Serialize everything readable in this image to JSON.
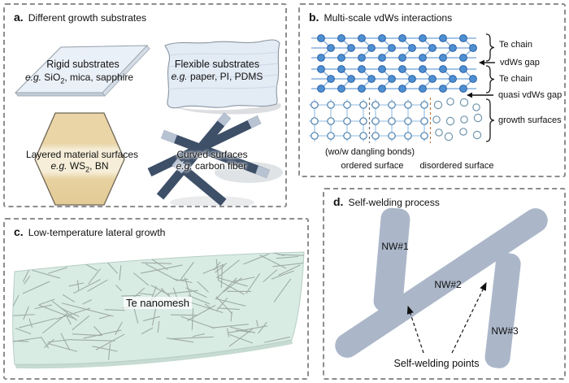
{
  "panel_a": {
    "letter": "a.",
    "title": "Different growth substrates",
    "rigid": {
      "line1": "Rigid substrates",
      "eg": "e.g.",
      "pre": " SiO",
      "sub": "2",
      "rest": ", mica, sapphire"
    },
    "flexible": {
      "line1": "Flexible substrates",
      "eg": "e.g.",
      "rest": " paper, PI, PDMS"
    },
    "layered": {
      "line1": "Layered material surfaces",
      "eg": "e.g.",
      "pre": " WS",
      "sub": "2",
      "rest": ", BN"
    },
    "curved": {
      "line1": "Curved surfaces",
      "eg": "e.g.",
      "rest": " carbon fiber"
    }
  },
  "panel_b": {
    "letter": "b.",
    "title": "Multi-scale vdWs interactions",
    "te_chain_1": "Te chain",
    "vdws_gap": "vdWs gap",
    "te_chain_2": "Te chain",
    "quasi_vdws_gap": "quasi vdWs gap",
    "growth_surfaces": "growth surfaces",
    "dangling_bonds": "(wo/w dangling bonds)",
    "ordered_surface": "ordered surface",
    "disordered_surface": "disordered surface"
  },
  "panel_c": {
    "letter": "c.",
    "title": "Low-temperature lateral growth",
    "surface_label": "Te nanomesh"
  },
  "panel_d": {
    "letter": "d.",
    "title": "Self-welding process",
    "nw1": "NW#1",
    "nw2": "NW#2",
    "nw3": "NW#3",
    "welding_label": "Self-welding points"
  },
  "colors": {
    "panel_border": "#8d8d8d",
    "chain_circle_fill": "#4e8fd2",
    "chain_circle_stroke": "#2a61a5",
    "chain_line": "#85b1dd",
    "grid_line": "#a3c6e6",
    "grid_circle_stroke": "#4f81ad",
    "disordered_circle_stroke": "#6f95ae",
    "separator_dark": "#6a6a6a",
    "separator_orange": "#c0763c",
    "rigid_fill": "#eaf0f7",
    "flexible_fill": "#e3ebf4",
    "hexagon_tan": "#ead6a8",
    "hexagon_cream": "#f6eed8",
    "fiber_dark": "#3e4f68",
    "fiber_light": "#b7c2d2",
    "nanomesh_surface": "#d9ece4",
    "nanomesh_line": "#98a49f",
    "nanowire_fill": "#abb7c9"
  }
}
